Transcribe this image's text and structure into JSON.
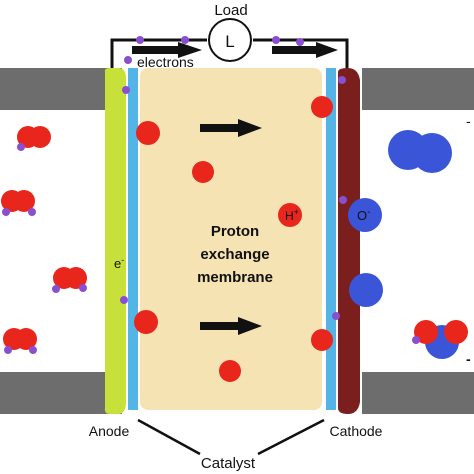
{
  "labels": {
    "load": "Load",
    "load_symbol": "L",
    "electrons": "electrons",
    "membrane_line1": "Proton",
    "membrane_line2": "exchange",
    "membrane_line3": "membrane",
    "hydrogen_ion": "H",
    "hydrogen_ion_charge": "+",
    "oxygen_ion": "O",
    "oxygen_ion_charge": "-",
    "electron": "e",
    "electron_charge": "-",
    "anode": "Anode",
    "cathode": "Cathode",
    "catalyst": "Catalyst",
    "edge_mark": "-"
  },
  "colors": {
    "anode": "#c8e03a",
    "cathode": "#7a1e1e",
    "catalyst": "#55b4e6",
    "membrane": "#f6e3b4",
    "gas_channel": "#6d6d6d",
    "hydrogen": "#e8261c",
    "oxygen": "#3a55d8",
    "electron": "#8a4fd0",
    "wire": "#111111"
  }
}
